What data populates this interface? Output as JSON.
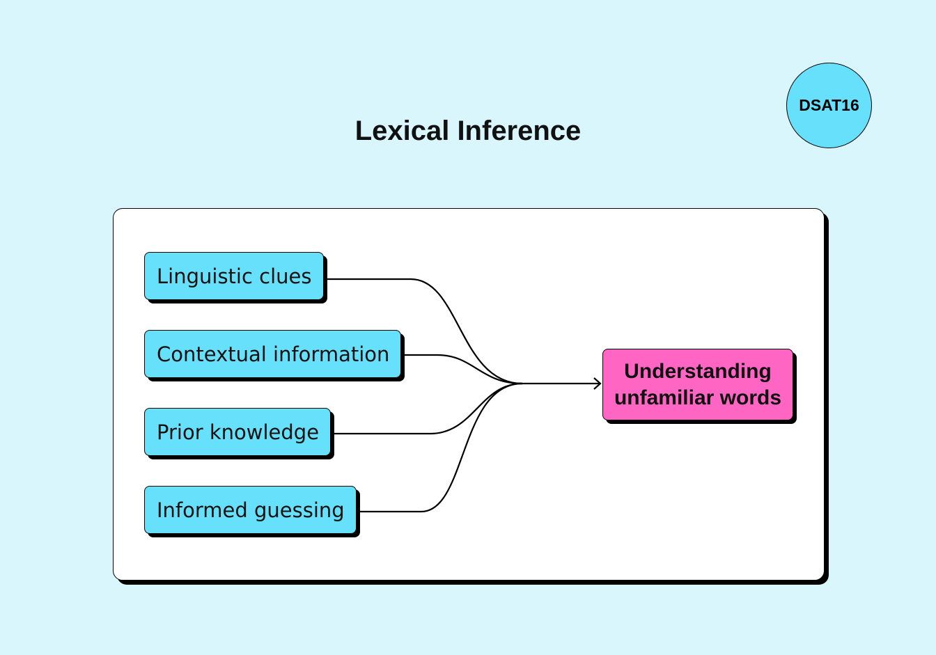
{
  "badge": {
    "label": "DSAT16"
  },
  "title": "Lexical Inference",
  "diagram": {
    "inputs": [
      {
        "label": "Linguistic clues"
      },
      {
        "label": "Contextual information"
      },
      {
        "label": "Prior knowledge"
      },
      {
        "label": "Informed guessing"
      }
    ],
    "target": {
      "label": "Understanding unfamiliar words"
    }
  },
  "colors": {
    "background": "#d9f6fd",
    "input_fill": "#66e0fb",
    "target_fill": "#ff66c4",
    "badge_fill": "#66e0fb",
    "panel_fill": "#ffffff",
    "stroke": "#000000"
  }
}
